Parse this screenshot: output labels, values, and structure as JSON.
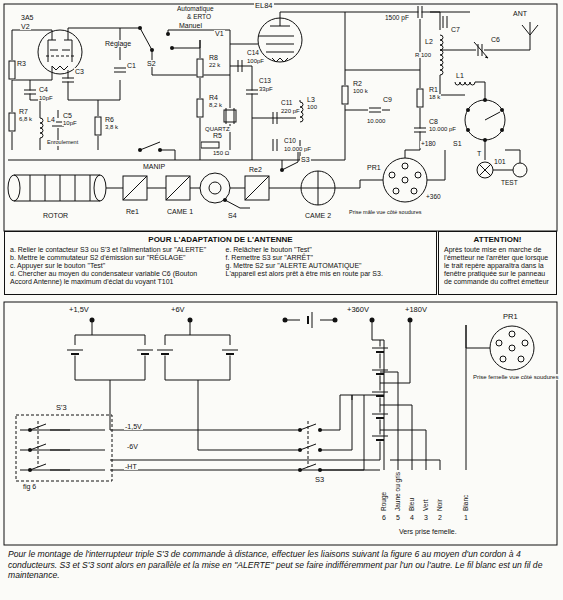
{
  "diagram": {
    "caption": "Pour le montage de l'interrupteur triple S'3 de commande à distance, effectuer les liaisons suivant la figure 6 au moyen d'un cordon à 4 conducteurs. S3 et S'3 sont alors en parallèle et la mise en \"ALERTE\" peut se faire indifféremment par l'un ou l'autre. Le fil blanc est un fil de maintenance.",
    "nodes": [
      {
        "text": [
          "POUR L'ADAPTATION DE L'ANTENNE",
          "a. Relier le contacteur S3 ou S'3 et l'alimentation sur \"ALERTE\"",
          "b. Mettre le commutateur S2 d'émission sur \"RÉGLAGE\"",
          "c. Appuyer sur le bouton \"Test\"",
          "d. Chercher au moyen du condensateur variable C6 (Bouton Accord Antenne) le maximum d'éclat du voyant T101",
          "e. Relâcher le bouton \"Test\"",
          "f. Remettre S3 sur \"ARRÊT\"",
          "g. Mettre S2 sur \"ALERTE AUTOMATIQUE\"",
          "L'appareil est alors prêt à être mis en route par S3."
        ]
      },
      {
        "text": [
          "ATTENTION!",
          "Après toute mise en marche de l'émetteur ne l'arrêter que lorsque le trait repère apparaîtra dans la fenêtre pratiquée sur le panneau de commande du coffret émetteur"
        ]
      }
    ],
    "labels": [
      "3A5",
      "V2",
      "R3",
      "C3",
      "C4",
      "10pF",
      "R7",
      "6,8 k",
      "L4",
      "C5",
      "10pF",
      "Enroulement",
      "R6",
      "3,8 k",
      "C1",
      "Réglage",
      "S2",
      "Automatique",
      "& ERTO",
      "Manuel",
      "V1",
      "EL84",
      "R8",
      "22 k",
      "R4",
      "8,2 k",
      "C14",
      "100pF",
      "C13",
      "33pF",
      "C11",
      "220 pF",
      "L3",
      "100",
      "QUARTZ",
      "R5",
      "150 Ω",
      "C10",
      "10.000 pF",
      "MANIP",
      "R2",
      "100 k",
      "C9",
      "10.000",
      "R1",
      "18 k",
      "C8",
      "10.000 pF",
      "1500 pF",
      "C7",
      "L2",
      "R 100",
      "C6",
      "L1",
      "ANT",
      "S1",
      "101",
      "T",
      "TEST",
      "+180",
      "+360",
      "PR1",
      "Prise mâle vue côté soudures",
      "ROTOR",
      "Re1",
      "CAME 1",
      "Re2",
      "S3",
      "S4",
      "CAME 2",
      "+1,5V",
      "+6V",
      "+360V",
      "+180V",
      "PR1",
      "Prise femelle vue côté soudures",
      "S'3",
      "fig 6",
      "-1,5V",
      "-6V",
      "-HT",
      "S3",
      "Rouge",
      "Jaune ou gris",
      "Bleu",
      "Vert",
      "Noir",
      "Blanc",
      "6",
      "5",
      "4",
      "3",
      "2",
      "1",
      "Vers prise femelle."
    ]
  }
}
